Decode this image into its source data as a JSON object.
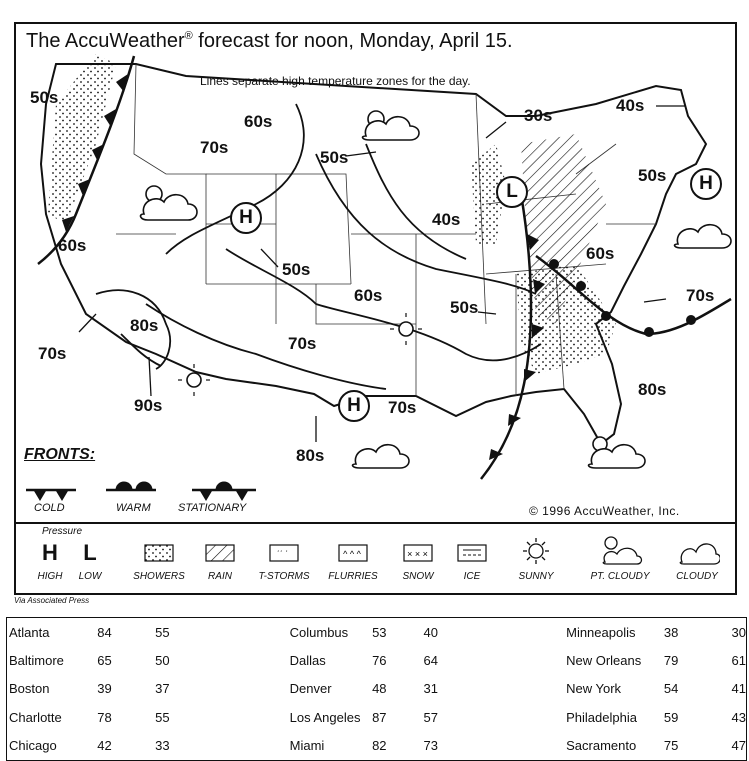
{
  "map": {
    "title_prefix": "The AccuWeather",
    "title_reg": "®",
    "title_suffix": " forecast for noon, Monday, April 15.",
    "subtitle": "Lines separate high temperature zones for the day.",
    "zones": [
      "50s",
      "60s",
      "70s",
      "50s",
      "30s",
      "40s",
      "50s",
      "60s",
      "40s",
      "50s",
      "60s",
      "60s",
      "50s",
      "70s",
      "70s",
      "80s",
      "90s",
      "70s",
      "70s",
      "80s",
      "80s"
    ],
    "pressure_centers": [
      "H",
      "H",
      "L",
      "H"
    ],
    "fronts_title": "FRONTS:",
    "front_types": [
      "COLD",
      "WARM",
      "STATIONARY"
    ],
    "copyright": "© 1996 AccuWeather, Inc."
  },
  "legend": {
    "pressure_label": "Pressure",
    "high_symbol": "H",
    "low_symbol": "L",
    "items": [
      "HIGH",
      "LOW",
      "SHOWERS",
      "RAIN",
      "T-STORMS",
      "FLURRIES",
      "SNOW",
      "ICE",
      "SUNNY",
      "PT. CLOUDY",
      "CLOUDY"
    ]
  },
  "credit": "Via Associated Press",
  "cities": [
    {
      "city": "Atlanta",
      "high": "84",
      "low": "55"
    },
    {
      "city": "Baltimore",
      "high": "65",
      "low": "50"
    },
    {
      "city": "Boston",
      "high": "39",
      "low": "37"
    },
    {
      "city": "Charlotte",
      "high": "78",
      "low": "55"
    },
    {
      "city": "Chicago",
      "high": "42",
      "low": "33"
    },
    {
      "city": "Columbus",
      "high": "53",
      "low": "40"
    },
    {
      "city": "Dallas",
      "high": "76",
      "low": "64"
    },
    {
      "city": "Denver",
      "high": "48",
      "low": "31"
    },
    {
      "city": "Los Angeles",
      "high": "87",
      "low": "57"
    },
    {
      "city": "Miami",
      "high": "82",
      "low": "73"
    },
    {
      "city": "Minneapolis",
      "high": "38",
      "low": "30"
    },
    {
      "city": "New Orleans",
      "high": "79",
      "low": "61"
    },
    {
      "city": "New York",
      "high": "54",
      "low": "41"
    },
    {
      "city": "Philadelphia",
      "high": "59",
      "low": "43"
    },
    {
      "city": "Sacramento",
      "high": "75",
      "low": "47"
    }
  ]
}
